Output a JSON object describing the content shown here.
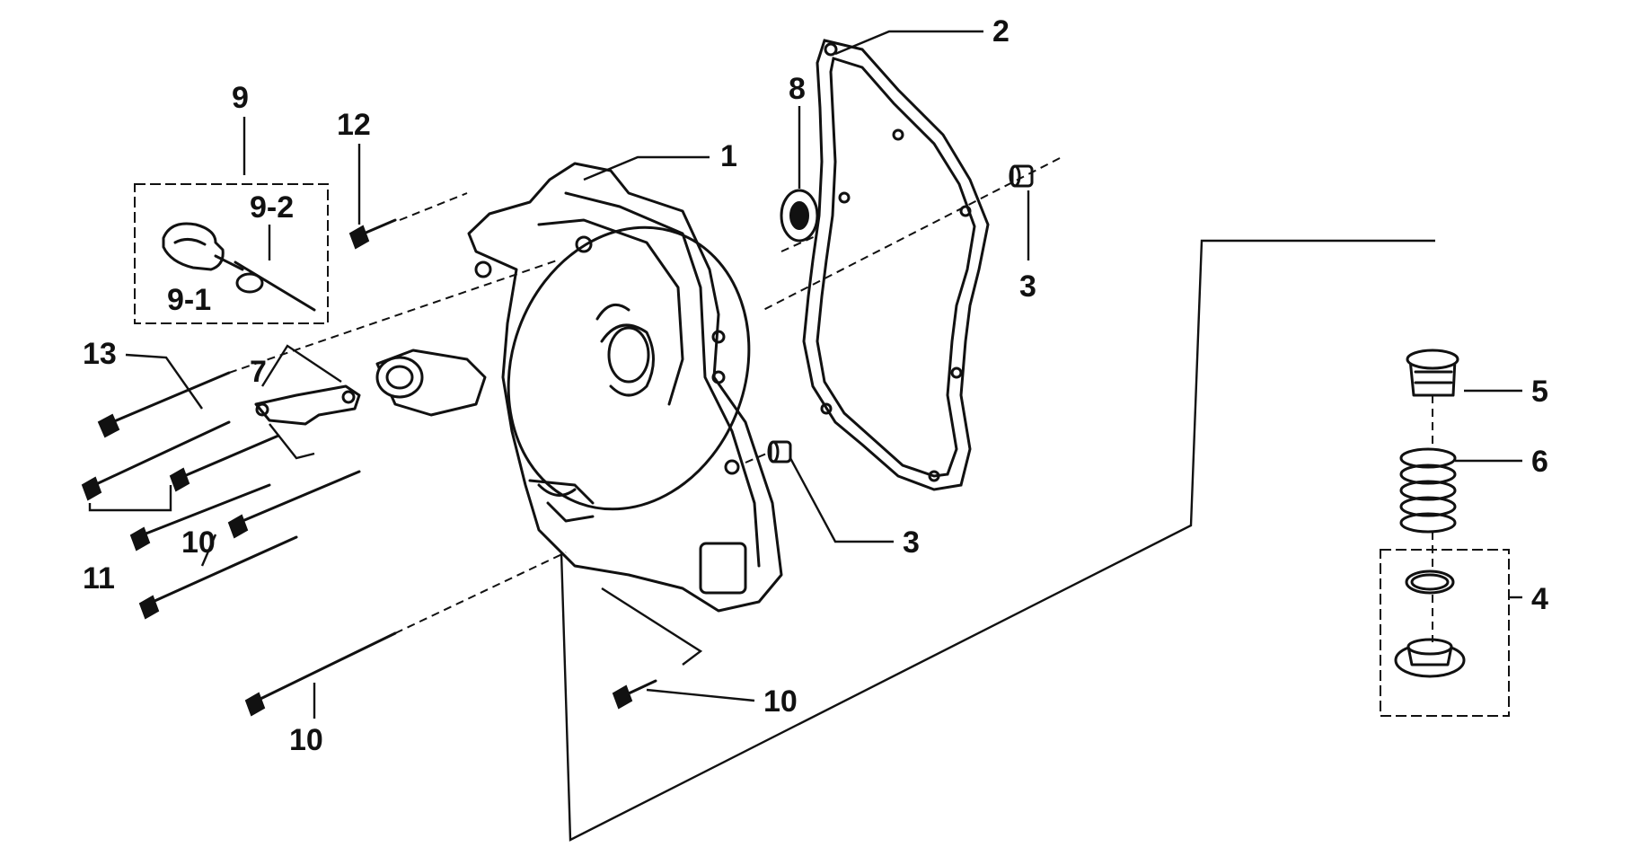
{
  "callouts": {
    "c1": "1",
    "c2": "2",
    "c3a": "3",
    "c3b": "3",
    "c4": "4",
    "c5": "5",
    "c6": "6",
    "c7": "7",
    "c8": "8",
    "c9": "9",
    "c9_1": "9-1",
    "c9_2": "9-2",
    "c10a": "10",
    "c10b": "10",
    "c10c": "10",
    "c11": "11",
    "c12": "12",
    "c13": "13"
  }
}
